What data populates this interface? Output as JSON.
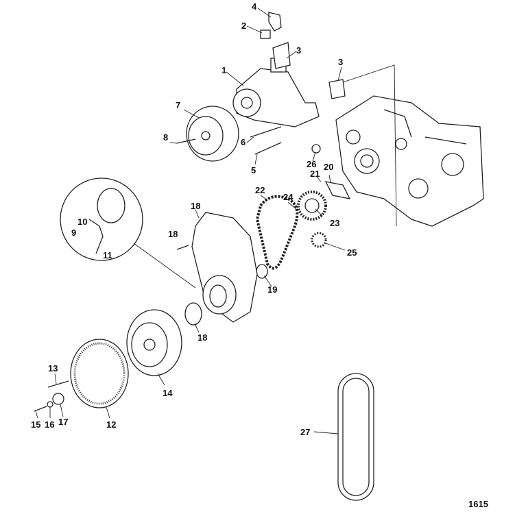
{
  "diagram": {
    "figure_number": "1615",
    "callouts": [
      {
        "id": "c1",
        "text": "1"
      },
      {
        "id": "c2",
        "text": "2"
      },
      {
        "id": "c3a",
        "text": "3"
      },
      {
        "id": "c3b",
        "text": "3"
      },
      {
        "id": "c4",
        "text": "4"
      },
      {
        "id": "c5",
        "text": "5"
      },
      {
        "id": "c6",
        "text": "6"
      },
      {
        "id": "c7",
        "text": "7"
      },
      {
        "id": "c8",
        "text": "8"
      },
      {
        "id": "c9",
        "text": "9"
      },
      {
        "id": "c10",
        "text": "10"
      },
      {
        "id": "c11",
        "text": "11"
      },
      {
        "id": "c12",
        "text": "12"
      },
      {
        "id": "c13",
        "text": "13"
      },
      {
        "id": "c14",
        "text": "14"
      },
      {
        "id": "c15",
        "text": "15"
      },
      {
        "id": "c16",
        "text": "16"
      },
      {
        "id": "c17",
        "text": "17"
      },
      {
        "id": "c18a",
        "text": "18"
      },
      {
        "id": "c18b",
        "text": "18"
      },
      {
        "id": "c18c",
        "text": "18"
      },
      {
        "id": "c19",
        "text": "19"
      },
      {
        "id": "c20",
        "text": "20"
      },
      {
        "id": "c21",
        "text": "21"
      },
      {
        "id": "c22",
        "text": "22"
      },
      {
        "id": "c23",
        "text": "23"
      },
      {
        "id": "c24",
        "text": "24"
      },
      {
        "id": "c25",
        "text": "25"
      },
      {
        "id": "c26",
        "text": "26"
      },
      {
        "id": "c27",
        "text": "27"
      }
    ]
  }
}
